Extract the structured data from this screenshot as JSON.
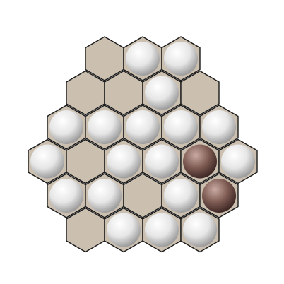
{
  "board": {
    "cell_color": "#cbbfb0",
    "outline_color": "#1a1a1a",
    "rows": [
      [
        "empty",
        "white",
        "white"
      ],
      [
        "empty",
        "empty",
        "white",
        "empty"
      ],
      [
        "white",
        "white",
        "white",
        "white",
        "white"
      ],
      [
        "white",
        "empty",
        "white",
        "white",
        "dark",
        "white"
      ],
      [
        "white",
        "white",
        "empty",
        "white",
        "dark"
      ],
      [
        "empty",
        "white",
        "white",
        "white"
      ]
    ]
  },
  "pieces": {
    "white": {
      "light": "#ffffff",
      "mid": "#e6e6e6",
      "dark": "#9a9a9a",
      "name": "white-marble"
    },
    "dark": {
      "light": "#c9aba3",
      "mid": "#7d5a52",
      "dark": "#3d2724",
      "name": "dark-marble"
    }
  }
}
